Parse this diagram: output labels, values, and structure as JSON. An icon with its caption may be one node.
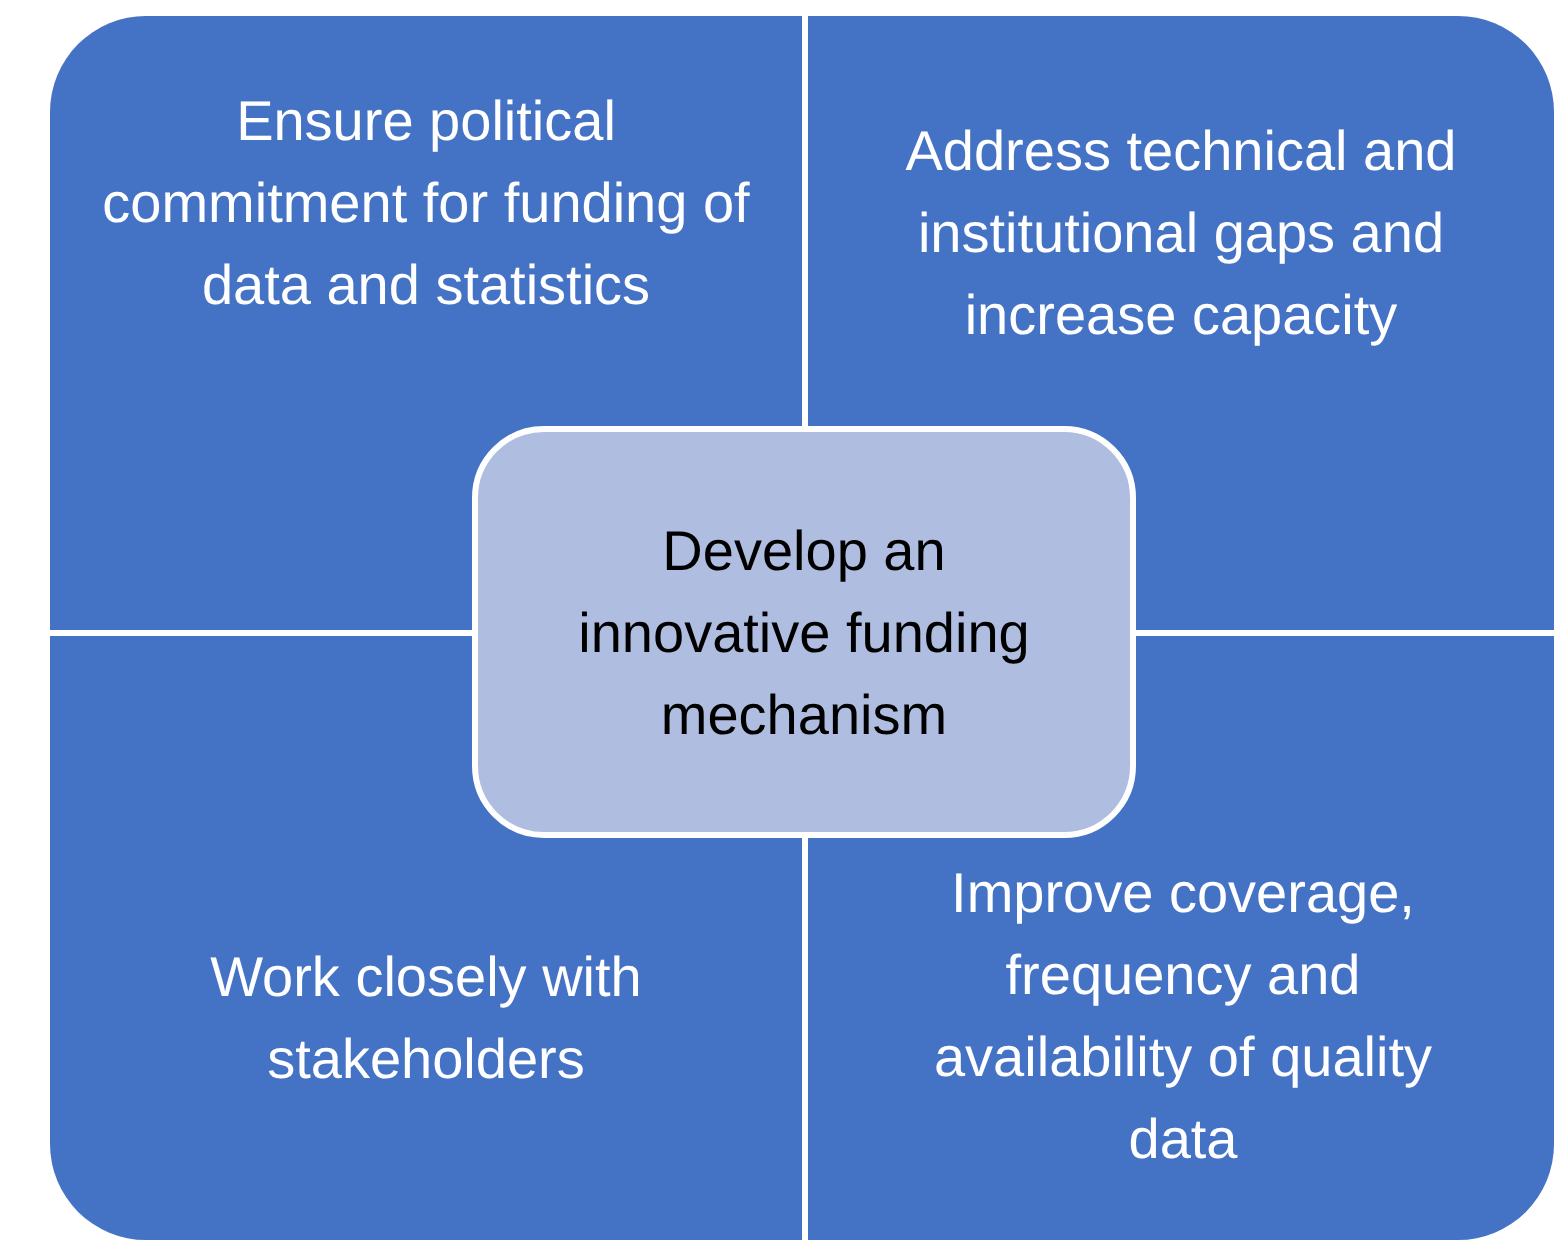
{
  "diagram": {
    "nodes": [
      {
        "text": [
          "Ensure political commitment for funding of data and statistics"
        ]
      },
      {
        "text": [
          "Address technical and institutional gaps and increase capacity"
        ]
      },
      {
        "text": [
          "Develop an innovative funding mechanism"
        ]
      },
      {
        "text": [
          "Work closely with stakeholders"
        ]
      },
      {
        "text": [
          "Improve coverage, frequency and availability of quality data"
        ]
      }
    ]
  }
}
